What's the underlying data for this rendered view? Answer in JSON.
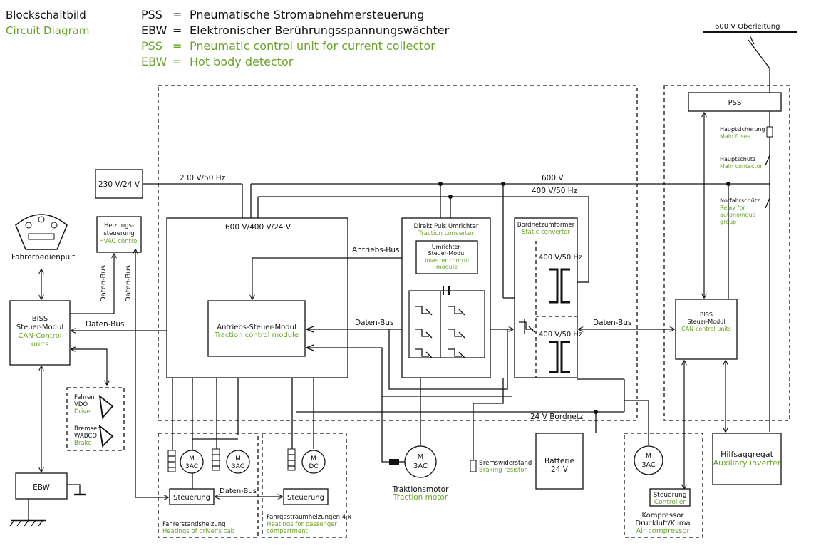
{
  "header": {
    "title_de": "Blockschaltbild",
    "title_en": "Circuit Diagram",
    "legend": [
      {
        "abbr": "PSS",
        "eq": "=",
        "text": "Pneumatische Stromabnehmersteuerung",
        "lang": "de"
      },
      {
        "abbr": "EBW",
        "eq": "=",
        "text": "Elektronischer Berührungsspannungswächter",
        "lang": "de"
      },
      {
        "abbr": "PSS",
        "eq": "=",
        "text": "Pneumatic control unit for current collector",
        "lang": "en"
      },
      {
        "abbr": "EBW",
        "eq": "=",
        "text": "Hot body detector",
        "lang": "en"
      }
    ],
    "colors": {
      "text": "#111111",
      "english": "#6aa32a"
    }
  },
  "overhead": {
    "label": "600 V Oberleitung"
  },
  "pss_group": {
    "pss": "PSS",
    "main_fuses_de": "Hauptsicherung",
    "main_fuses_en": "Main fuses",
    "main_contactor_de": "Hauptschütz",
    "main_contactor_en": "Main contactor",
    "relay_de": "Notfahrschütz",
    "relay_en1": "Relay for",
    "relay_en2": "autonomous",
    "relay_en3": "group",
    "biss_de1": "BISS",
    "biss_de2": "Steuer-Modul",
    "biss_en": "CAN-control units"
  },
  "supply": {
    "transformer": "230 V/24 V",
    "line_230": "230 V/50 Hz",
    "line_600": "600 V",
    "line_400": "400 V/50 Hz"
  },
  "driver": {
    "desk": "Fahrerbedienpult"
  },
  "hvac": {
    "de1": "Heizungs-",
    "de2": "steuerung",
    "en": "HVAC control"
  },
  "biss_left": {
    "de1": "BISS",
    "de2": "Steuer-Modul",
    "en1": "CAN-Control",
    "en2": "units"
  },
  "bus": {
    "daten_bus": "Daten-Bus",
    "antriebs_bus": "Antriebs-Bus"
  },
  "main_module": {
    "voltage": "600 V/400 V/24 V",
    "traction_de": "Antriebs-Steuer-Modul",
    "traction_en": "Traction control module"
  },
  "converter": {
    "de": "Direkt Puls Umrichter",
    "en": "Traction converter",
    "inv_de1": "Umrichter-",
    "inv_de2": "Steuer-Modul",
    "inv_en1": "Inverter control",
    "inv_en2": "module"
  },
  "static_conv": {
    "de": "Bordnetzumformer",
    "en": "Static converter",
    "f1": "400 V/50 Hz",
    "f2": "400 V/50 Hz"
  },
  "pedals": {
    "drive_de1": "Fahren",
    "drive_de2": "VDO",
    "drive_en": "Drive",
    "brake_de1": "Bremsen",
    "brake_de2": "WABCO",
    "brake_en": "Brake"
  },
  "ebw": {
    "label": "EBW"
  },
  "bordnetz": {
    "label": "24  V Bordnetz"
  },
  "motors": {
    "m": "M",
    "ac3": "3AC",
    "dc": "DC"
  },
  "heating": {
    "steuerung": "Steuerung",
    "cab_de": "Fahrerstandsheizung",
    "cab_en": "Heatings of driver's cab",
    "pass_de": "Fahrgastraumheizungen 4 x",
    "pass_en1": "Heatings for passenger",
    "pass_en2": "compartment"
  },
  "traction_motor": {
    "de": "Traktionsmotor",
    "en": "Traction motor"
  },
  "brake_resistor": {
    "de": "Bremswiderstand",
    "en": "Braking resistor"
  },
  "battery": {
    "de": "Batterie",
    "v": "24 V"
  },
  "compressor": {
    "ctrl_de": "Steuerung",
    "ctrl_en": "Controller",
    "de1": "Kompressor",
    "de2": "Druckluft/Klima",
    "en": "Air compressor"
  },
  "aux": {
    "de": "Hilfsaggregat",
    "en": "Auxiliary inverter"
  }
}
